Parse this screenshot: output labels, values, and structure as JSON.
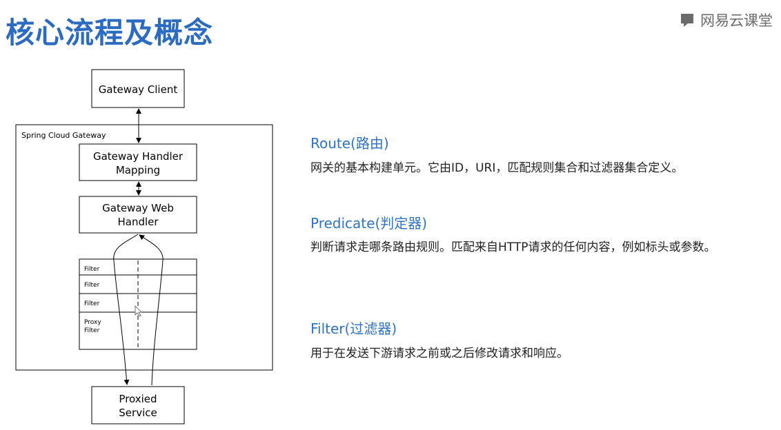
{
  "header": {
    "title": "核心流程及概念",
    "brand": "网易云课堂"
  },
  "diagram": {
    "client": "Gateway Client",
    "container": "Spring Cloud Gateway",
    "handler_mapping_line1": "Gateway Handler",
    "handler_mapping_line2": "Mapping",
    "web_handler_line1": "Gateway Web",
    "web_handler_line2": "Handler",
    "filters": [
      "Filter",
      "Filter",
      "Filter"
    ],
    "proxy_filter_line1": "Proxy",
    "proxy_filter_line2": "Filter",
    "proxied_line1": "Proxied",
    "proxied_line2": "Service"
  },
  "concepts": [
    {
      "title": "Route(路由)",
      "desc": "网关的基本构建单元。它由ID，URI，匹配规则集合和过滤器集合定义。"
    },
    {
      "title": "Predicate(判定器)",
      "desc": "判断请求走哪条路由规则。匹配来自HTTP请求的任何内容，例如标头或参数。"
    },
    {
      "title": "Filter(过滤器)",
      "desc": "用于在发送下游请求之前或之后修改请求和响应。"
    }
  ]
}
